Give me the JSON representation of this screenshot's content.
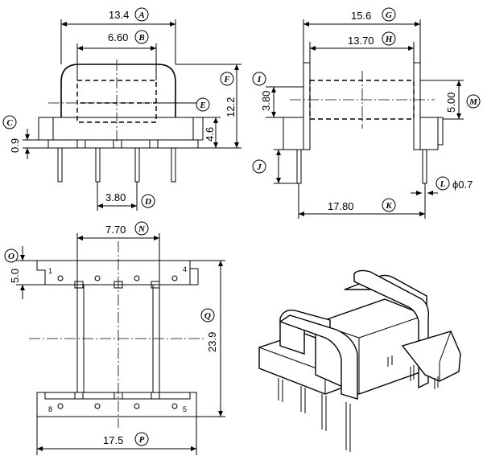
{
  "dimensions": {
    "A": "13.4",
    "B": "6.60",
    "C": "0.9",
    "D": "3.80",
    "E": "",
    "F": "12.2",
    "G": "15.6",
    "H": "13.70",
    "I": "3.80",
    "J": "",
    "K": "17.80",
    "L": "ϕ0.7",
    "M": "5.00",
    "N": "7.70",
    "O": "5.0",
    "P": "17.5",
    "Q": "23.9",
    "front_height": "4.6"
  },
  "tags": [
    "A",
    "B",
    "C",
    "D",
    "E",
    "F",
    "G",
    "H",
    "I",
    "J",
    "K",
    "L",
    "M",
    "N",
    "O",
    "P",
    "Q"
  ],
  "pins": [
    "1",
    "4",
    "8",
    "5"
  ]
}
